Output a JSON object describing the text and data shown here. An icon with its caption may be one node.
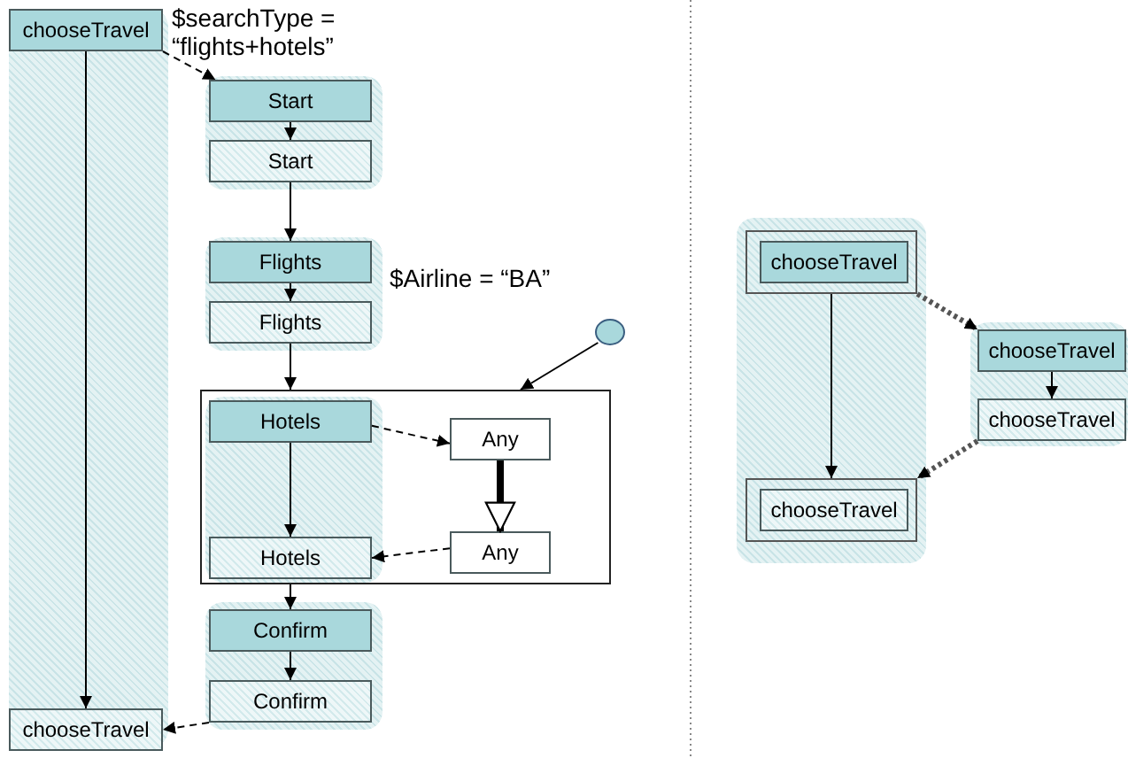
{
  "diagram": {
    "nodes": [
      {
        "text": [],
        "shape": "band"
      },
      {
        "text": [
          "chooseTravel"
        ],
        "in": 0
      },
      {
        "text": [],
        "shape": "band"
      },
      {
        "text": [
          "Start"
        ],
        "in": 2
      },
      {
        "text": [
          "Start"
        ],
        "in": 2
      },
      {
        "text": [],
        "shape": "band"
      },
      {
        "text": [
          "Flights"
        ],
        "in": 5
      },
      {
        "text": [
          "Flights"
        ],
        "in": 5
      },
      {
        "text": [],
        "shape": "ellipse"
      },
      {
        "text": [],
        "shape": "box"
      },
      {
        "text": [],
        "shape": "band",
        "in": 9
      },
      {
        "text": [
          "Hotels"
        ],
        "in": 10
      },
      {
        "text": [
          "Hotels"
        ],
        "in": 10
      },
      {
        "text": [
          "Any"
        ],
        "in": 9
      },
      {
        "text": [
          "Any"
        ],
        "in": 9
      },
      {
        "text": [],
        "shape": "band"
      },
      {
        "text": [
          "Confirm"
        ],
        "in": 15
      },
      {
        "text": [
          "Confirm"
        ],
        "in": 15
      },
      {
        "text": [
          "chooseTravel"
        ],
        "in": 0
      },
      {
        "text": [],
        "shape": "band"
      },
      {
        "text": [],
        "shape": "box",
        "in": 19
      },
      {
        "text": [
          "chooseTravel"
        ],
        "in": 20
      },
      {
        "text": [],
        "shape": "band"
      },
      {
        "text": [
          "chooseTravel"
        ],
        "in": 22
      },
      {
        "text": [
          "chooseTravel"
        ],
        "in": 22
      },
      {
        "text": [],
        "shape": "box",
        "in": 19
      },
      {
        "text": [
          "chooseTravel"
        ],
        "in": 25
      }
    ],
    "edges": [
      {
        "from": 1,
        "to": 3,
        "arrow": "to",
        "style": "dashed"
      },
      {
        "from": 3,
        "to": 4,
        "arrow": "to"
      },
      {
        "from": 4,
        "to": 6,
        "arrow": "to"
      },
      {
        "from": 6,
        "to": 7,
        "arrow": "to"
      },
      {
        "from": 7,
        "to": 9,
        "arrow": "to"
      },
      {
        "from": 8,
        "to": 9,
        "arrow": "to"
      },
      {
        "from": 11,
        "to": 13,
        "arrow": "to",
        "style": "dashed"
      },
      {
        "from": 13,
        "to": 14,
        "arrow": "to",
        "style": "thick"
      },
      {
        "from": 14,
        "to": 12,
        "arrow": "to",
        "style": "dashed"
      },
      {
        "from": 11,
        "to": 12,
        "arrow": "to"
      },
      {
        "from": 9,
        "to": 16,
        "arrow": "to"
      },
      {
        "from": 16,
        "to": 17,
        "arrow": "to"
      },
      {
        "from": 17,
        "to": 18,
        "arrow": "to",
        "style": "dashed"
      },
      {
        "from": 1,
        "to": 18,
        "arrow": "to"
      },
      {
        "from": 20,
        "to": 23,
        "arrow": "to",
        "style": "dashed"
      },
      {
        "from": 20,
        "to": 25,
        "arrow": "to"
      },
      {
        "from": 23,
        "to": 24,
        "arrow": "to"
      },
      {
        "from": 24,
        "to": 25,
        "arrow": "to",
        "style": "dashed"
      }
    ],
    "labels": [
      "$searchType = “flights+hotels”",
      "$Airline = “BA”"
    ]
  }
}
